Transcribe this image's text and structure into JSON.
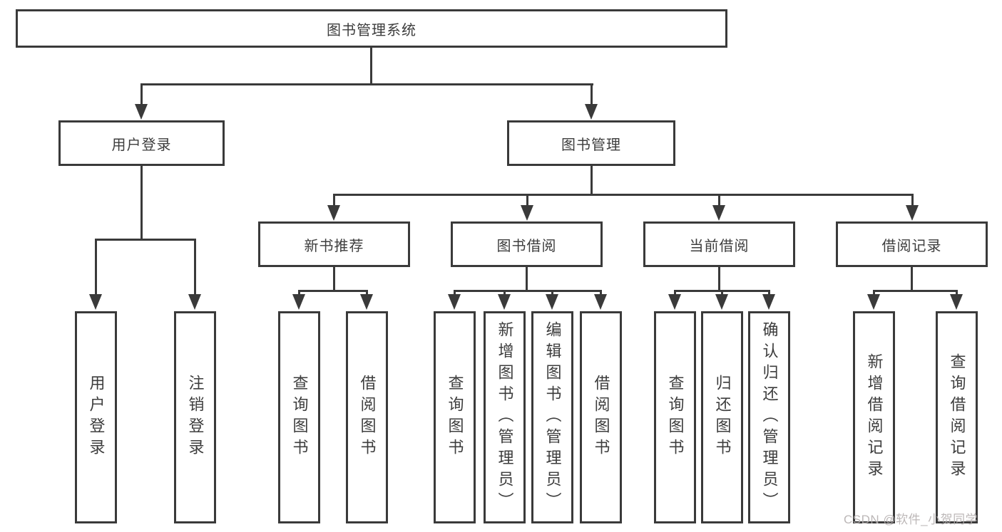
{
  "diagram": {
    "title": "图书管理系统",
    "level2": [
      "用户登录",
      "图书管理"
    ],
    "level3": [
      "新书推荐",
      "图书借阅",
      "当前借阅",
      "借阅记录"
    ],
    "leaves": {
      "user_login": [
        "用户登录",
        "注销登录"
      ],
      "new_book_recommend": [
        "查询图书",
        "借阅图书"
      ],
      "book_borrowing": [
        "查询图书",
        "新增图书（管理员）",
        "编辑图书（管理员）",
        "借阅图书"
      ],
      "current_borrowing": [
        "查询图书",
        "归还图书",
        "确认归还（管理员）"
      ],
      "borrowing_records": [
        "新增借阅记录",
        "查询借阅记录"
      ]
    }
  },
  "watermark": "CSDN @软件_小贺同学",
  "colors": {
    "line": "#3a3a3a",
    "text": "#3d3d3d",
    "watermark": "#b5b0b0",
    "background": "#ffffff"
  }
}
